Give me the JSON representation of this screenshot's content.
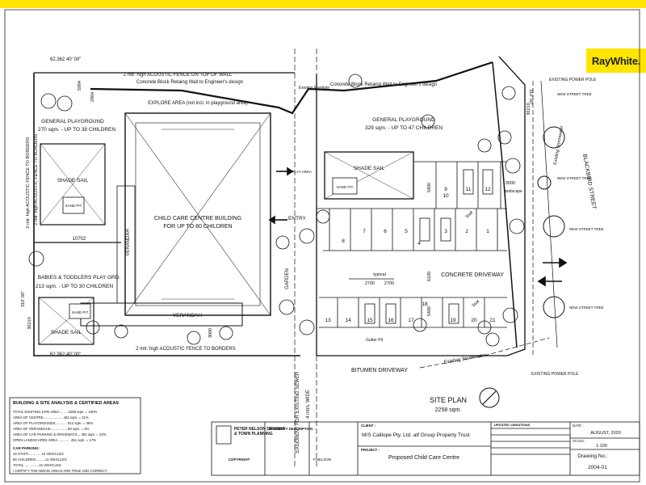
{
  "brand": {
    "logo_text": "RayWhite.",
    "color": "#ffe500"
  },
  "plan": {
    "fence_top_1": "2 mtr. high ACOUSTIC FENCE ON TOP OF WALL",
    "wall_top_left": "Concrete Block Retaing Wall to Engineer's design",
    "wall_top_right": "Concrete Block Retaing Wall to Engineer's design",
    "existing_manhole": "Existing Manhole",
    "explore_area": "EXPLORE AREA (not incl. in playground area)",
    "gp_left_title": "GENERAL PLAYGROUND",
    "gp_left_area": "270 sqm. - UP TO 38 CHILDREN",
    "gp_right_title": "GENERAL PLAYGROUND",
    "gp_right_area": "329 sqm. - UP TO 47 CHILDREN",
    "shade_sail": "SHADE SAIL",
    "sand_pit": "SAND PIT",
    "building_1": "CHILD CARE CENTRE BUILDING",
    "building_2": "FOR UP TO 80 CHILDREN",
    "verandah": "VERANDAH",
    "entry": "ENTRY",
    "to_play_area": "TO PLAY AREA",
    "garden": "GARDEN",
    "babies_title": "BABIES & TODDLERS PLAY GRD.",
    "babies_area": "213 sqm. - UP TO 30 CHILDREN",
    "dim_10702": "10702",
    "dim_3000_a": "3000",
    "dim_3000_b": "3000",
    "dim_5400_a": "5400",
    "dim_5400_b": "5400",
    "dim_6100": "6100",
    "dim_2700_a": "2700",
    "dim_2700_b": "2700",
    "typical": "typical",
    "dim_36210_l": "36210",
    "dim_36210_r": "36210",
    "dim_5984": "5984",
    "dim_2864": "2864",
    "bearing_top": "62.362    40' 00\"",
    "bearing_bottom": "62.362    40' 00\"",
    "bearing_left": "310' 00\"",
    "bearing_right": "310' 00\"",
    "fence_bottom": "2 mtr. high ACOUSTIC FENCE TO BORDERS",
    "fence_left_1": "2 mtr. high ACOUSTIC FENCE TO BORDERS",
    "fence_left_2": "2 mtr. high ACOUSTIC FENCE TO BORDERS",
    "easement": "EASEMENT FOR EXISTING SEWER",
    "width_4m": "4 mtrs. WIDE",
    "concrete_driveway": "CONCRETE DRIVEWAY",
    "bitumen_driveway": "BITUMEN DRIVEWAY",
    "gutter_pit": "Gutter Pit",
    "existing_stormwater": "Existing Stormwater",
    "existing_stormwater_v": "Existing Stormwater",
    "existing_power_pole_top": "EXISTING POWER POLE",
    "existing_power_pole_bottom": "EXISTING POWER POLE",
    "street": "BLACKBIRD STREET",
    "new_street_tree": "NEW STREET TREE",
    "landscape": "landscape",
    "staff_1": "Staff",
    "staff_2": "Staff",
    "site_plan": "SITE PLAN",
    "site_area": "2258 sqm.",
    "bays_top": [
      "10",
      "11",
      "12"
    ],
    "bays_mid": [
      "8",
      "7",
      "6",
      "5",
      "4",
      "3",
      "2",
      "1"
    ],
    "bays_bottom": [
      "13",
      "14",
      "15",
      "16",
      "17",
      "18",
      "19",
      "20",
      "21"
    ],
    "bay_9": "9"
  },
  "analysis": {
    "title": "BUILDING & SITE ANALYSIS & CERTIFIED AREAS",
    "rows": [
      "TOTAL EXISTING SITE AREA ........2258 sqm. = 100%",
      "AREA OF CENTRE.................... 463 sqm. = 21%",
      "AREA OF PLAYGROUNDS............ 812 sqm. = 36%",
      "AREA OF VERANDAHS................. 80 sqm. = 4%",
      "AREA OF CAR PARKING & DRIVEWAYS... 452 sqm. = 22%",
      "OPEN LANDSCAPED AREA............. 451 sqm. = 17%"
    ],
    "parking_title": "CAR PARKING:",
    "parking_rows": [
      "10 STAFF..............10 VEHICLES",
      "80 CHILDREN..........11 VEHICLES",
      "TOTAL ...............21 VEHICLES"
    ],
    "certify": "I CERTIFY THE ABOVE AREAS ARE TRUE AND CORRECT."
  },
  "titleblock": {
    "designer_1": "PETER NELSON DESIGNS",
    "designer_2": "& TOWN PLANNING",
    "copyright": "COPYRIGHT",
    "property_desc": "PROPERTY DESCRIPTION :",
    "client_label": "CLIENT :",
    "client": "M/S Calliope Pty. Ltd. atf Group Property Trust",
    "project_label": "PROJECT :",
    "project": "Proposed Child Care Centre",
    "designer_sig": "P.NELSON",
    "updated_variations": "UPDATED VARIATIONS",
    "date_label": "DATE :",
    "date": "AUGUST, 2020",
    "scale_label": "SCALE :",
    "scale": "1:100",
    "drawing_label": "Drawing No.:",
    "drawing_no": "2004-01"
  }
}
